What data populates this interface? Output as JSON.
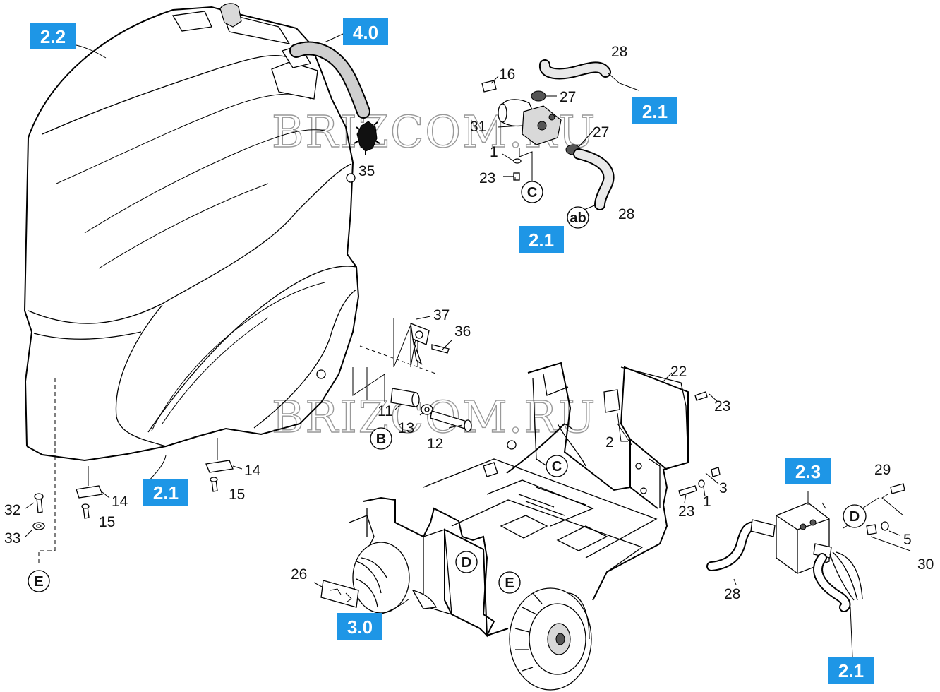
{
  "watermarks": [
    "BRIZCOM.RU",
    "BRIZCOM.RU"
  ],
  "callouts": [
    "2.2",
    "4.0",
    "2.1",
    "2.1",
    "2.1",
    "2.3",
    "3.0",
    "2.1"
  ],
  "connectors": [
    "C",
    "ab",
    "B",
    "C",
    "D",
    "E",
    "D",
    "E"
  ],
  "part_numbers": [
    "28",
    "16",
    "27",
    "31",
    "27",
    "1",
    "23",
    "28",
    "35",
    "37",
    "36",
    "11",
    "13",
    "12",
    "22",
    "23",
    "2",
    "3",
    "23",
    "1",
    "29",
    "5",
    "30",
    "28",
    "14",
    "15",
    "14",
    "15",
    "32",
    "33",
    "26"
  ]
}
